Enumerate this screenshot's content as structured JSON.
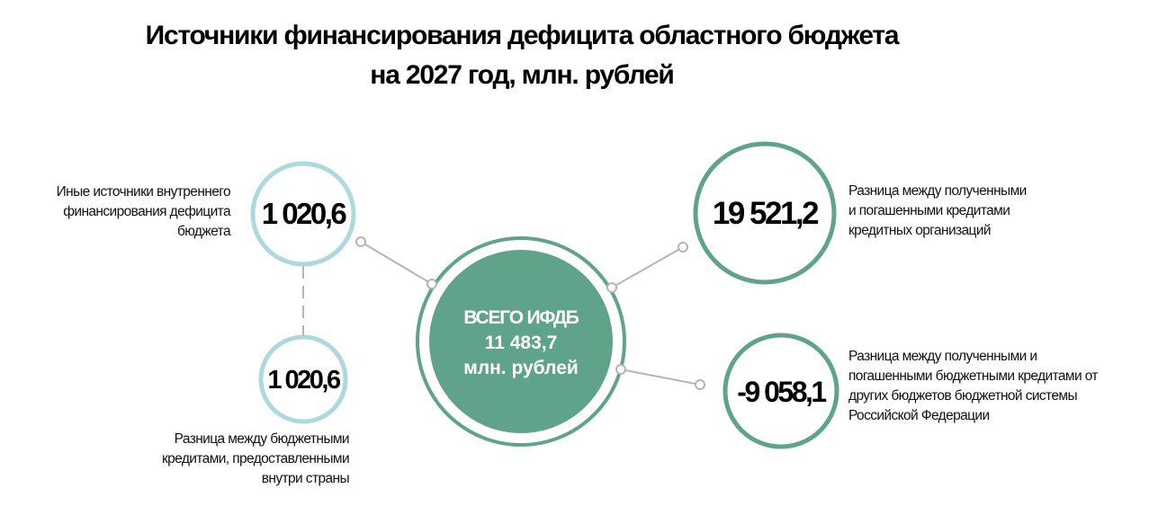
{
  "title": {
    "line1": "Источники финансирования дефицита областного бюджета",
    "line2": "на 2027 год, млн. рублей"
  },
  "center": {
    "label": "ВСЕГО ИФДБ",
    "value": "11 483,7",
    "unit": "млн. рублей"
  },
  "nodes": [
    {
      "id": "other-internal-sources",
      "value": "1 020,6",
      "description_lines": [
        "Иные источники внутреннего",
        "финансирования дефицита",
        "бюджета"
      ]
    },
    {
      "id": "domestic-budget-credits",
      "value": "1 020,6",
      "description_lines": [
        "Разница между бюджетными",
        "кредитами, предоставленными",
        "внутри страны"
      ]
    },
    {
      "id": "credit-org-loans",
      "value": "19 521,2",
      "description_lines": [
        "Разница между полученными",
        "и погашенными кредитами",
        "кредитных организаций"
      ]
    },
    {
      "id": "budget-system-credits",
      "value": "-9 058,1",
      "description_lines": [
        "Разница между полученными и",
        "погашенными бюджетными кредитами от",
        "других бюджетов бюджетной системы",
        "Российской Федерации"
      ]
    }
  ],
  "colors": {
    "green": "#5fa38a",
    "light_blue": "#add8e0",
    "connector": "#b5b5b5"
  },
  "chart_data": {
    "type": "table",
    "title": "Источники финансирования дефицита областного бюджета на 2027 год, млн. рублей",
    "total": {
      "label": "ВСЕГО ИФДБ",
      "value": 11483.7,
      "unit": "млн. рублей"
    },
    "categories": [
      "Иные источники внутреннего финансирования дефицита бюджета",
      "Разница между бюджетными кредитами, предоставленными внутри страны",
      "Разница между полученными и погашенными кредитами кредитных организаций",
      "Разница между полученными и погашенными бюджетными кредитами от других бюджетов бюджетной системы Российской Федерации"
    ],
    "values": [
      1020.6,
      1020.6,
      19521.2,
      -9058.1
    ]
  }
}
